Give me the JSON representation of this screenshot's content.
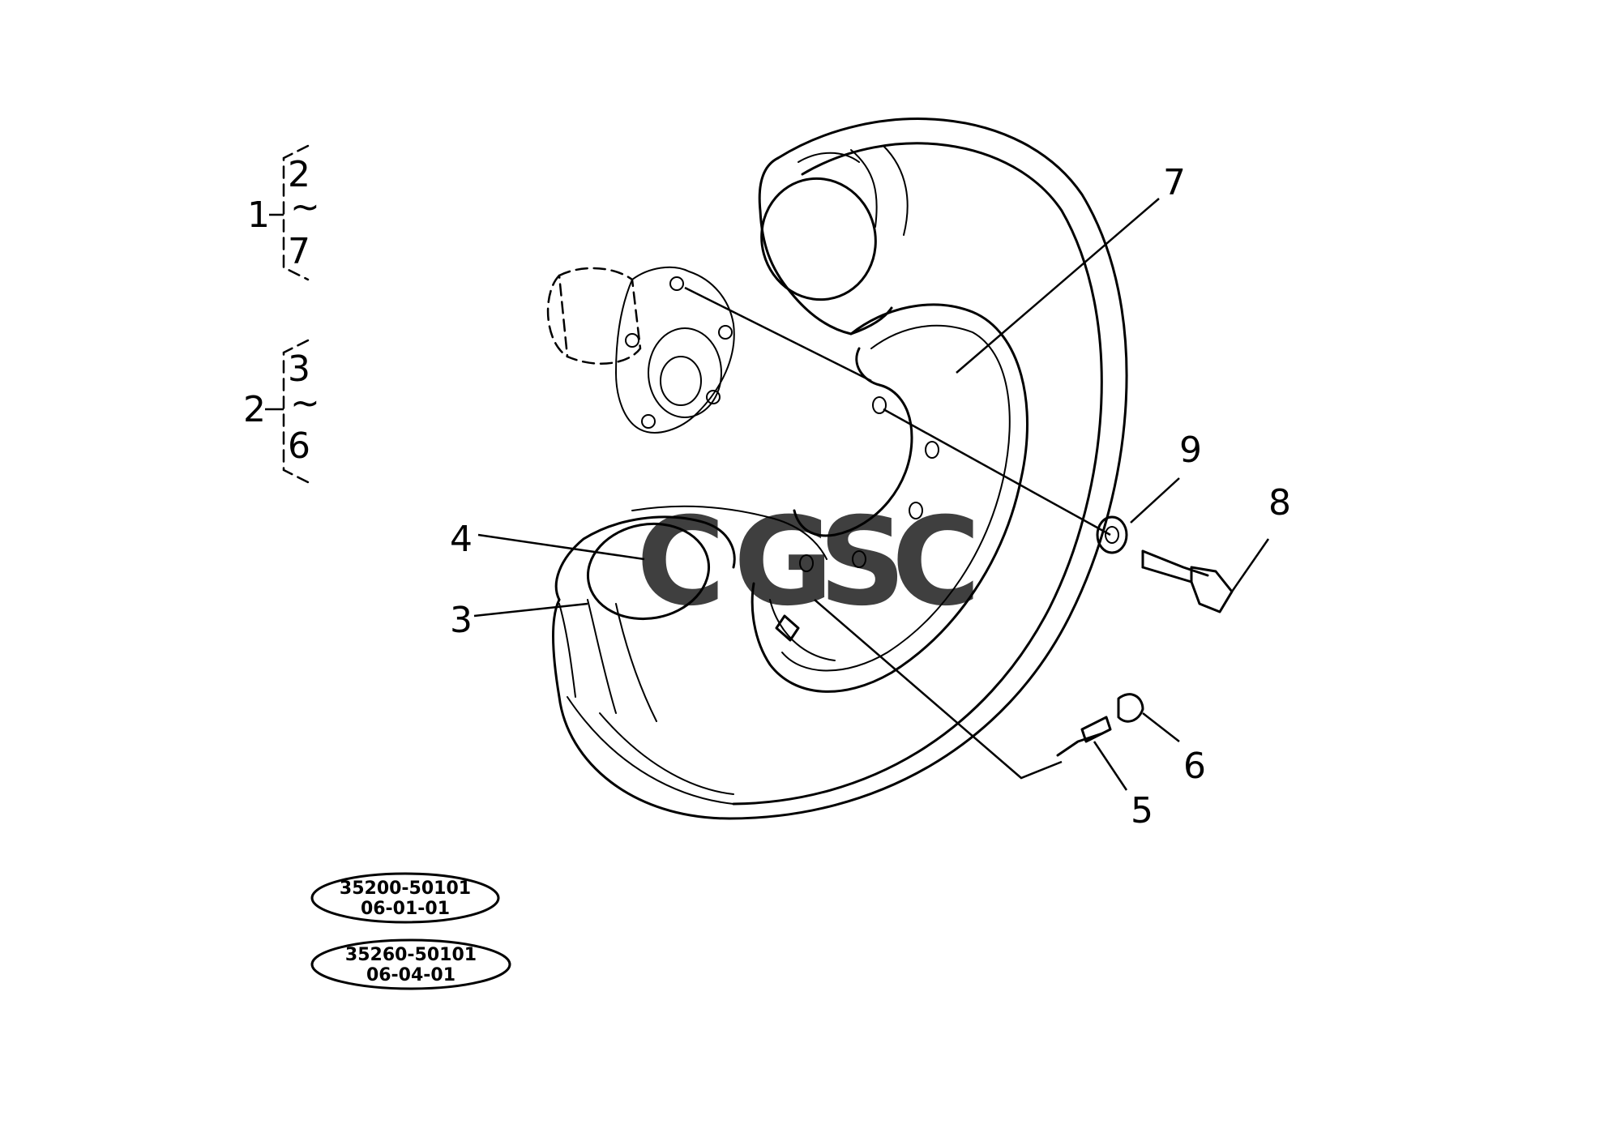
{
  "diagram": {
    "part_labels": [
      "7",
      "9",
      "8",
      "4",
      "3",
      "6",
      "5"
    ],
    "groups": [
      {
        "parent": "1",
        "from": "2",
        "tilde": "~",
        "to": "7"
      },
      {
        "parent": "2",
        "from": "3",
        "tilde": "~",
        "to": "6"
      }
    ],
    "references": [
      {
        "line1": "35200-50101",
        "line2": "06-01-01"
      },
      {
        "line1": "35260-50101",
        "line2": "06-04-01"
      }
    ],
    "watermark": {
      "letters": [
        "C",
        "G",
        "S",
        "C"
      ],
      "colors": [
        "#5b8def",
        "#f08a8a",
        "#f5d76e",
        "#7ec8a0"
      ]
    }
  }
}
